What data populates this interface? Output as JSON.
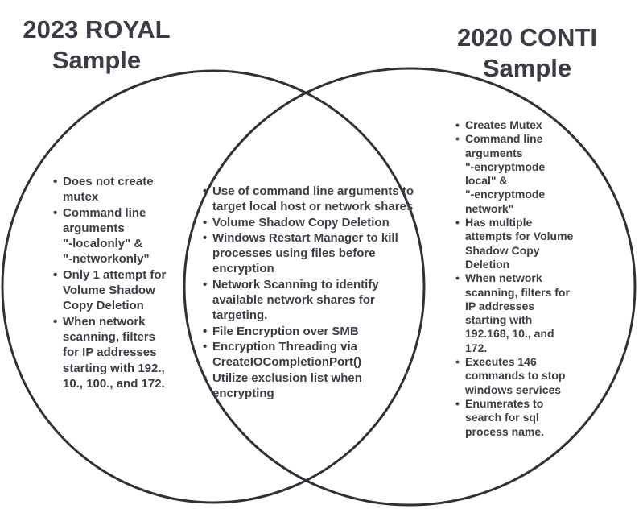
{
  "left": {
    "title": "2023 ROYAL\nSample",
    "items": [
      "Does not create\nmutex",
      "Command line\narguments\n\"-localonly\" &\n\"-networkonly\"",
      "Only 1 attempt for\nVolume Shadow\nCopy Deletion",
      "When network\nscanning, filters\nfor IP addresses\nstarting with 192.,\n10., 100., and 172."
    ]
  },
  "middle": {
    "items": [
      "Use of command line arguments to\ntarget local host or network shares",
      "Volume Shadow Copy Deletion",
      "Windows Restart Manager to kill\nprocesses using files before\nencryption",
      "Network Scanning to identify\navailable network shares for\ntargeting.",
      "File Encryption over SMB",
      "Encryption Threading via\nCreateIOCompletionPort()",
      "Utilize exclusion list when\nencrypting"
    ]
  },
  "right": {
    "title": "2020 CONTI\nSample",
    "items": [
      "Creates Mutex",
      "Command line\narguments\n\"-encryptmode\nlocal\" &\n\"-encryptmode\nnetwork\"",
      "Has multiple\nattempts for Volume\nShadow Copy\nDeletion",
      "When network\nscanning, filters for\nIP addresses\nstarting with\n192.168, 10., and\n172.",
      "Executes 146\ncommands to stop\nwindows services",
      "Enumerates to\nsearch for sql\nprocess name."
    ]
  }
}
